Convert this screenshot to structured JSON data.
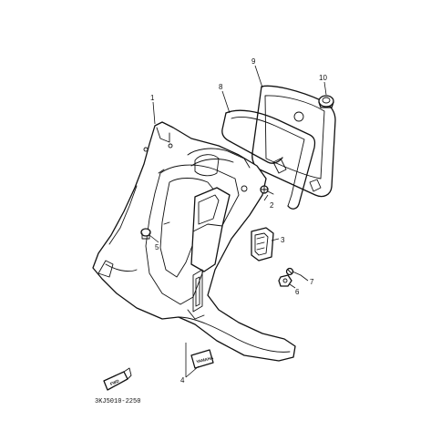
{
  "callouts": [
    {
      "id": "1",
      "label": "1"
    },
    {
      "id": "2",
      "label": "2"
    },
    {
      "id": "3",
      "label": "3"
    },
    {
      "id": "4",
      "label": "4"
    },
    {
      "id": "5",
      "label": "5"
    },
    {
      "id": "6",
      "label": "6"
    },
    {
      "id": "7",
      "label": "7"
    },
    {
      "id": "8",
      "label": "8"
    },
    {
      "id": "9",
      "label": "9"
    },
    {
      "id": "10",
      "label": "10"
    }
  ],
  "emblem_text": "YAMAHA",
  "front_marker_text": "FWD",
  "diagram_code": "3KJ5010-2250"
}
